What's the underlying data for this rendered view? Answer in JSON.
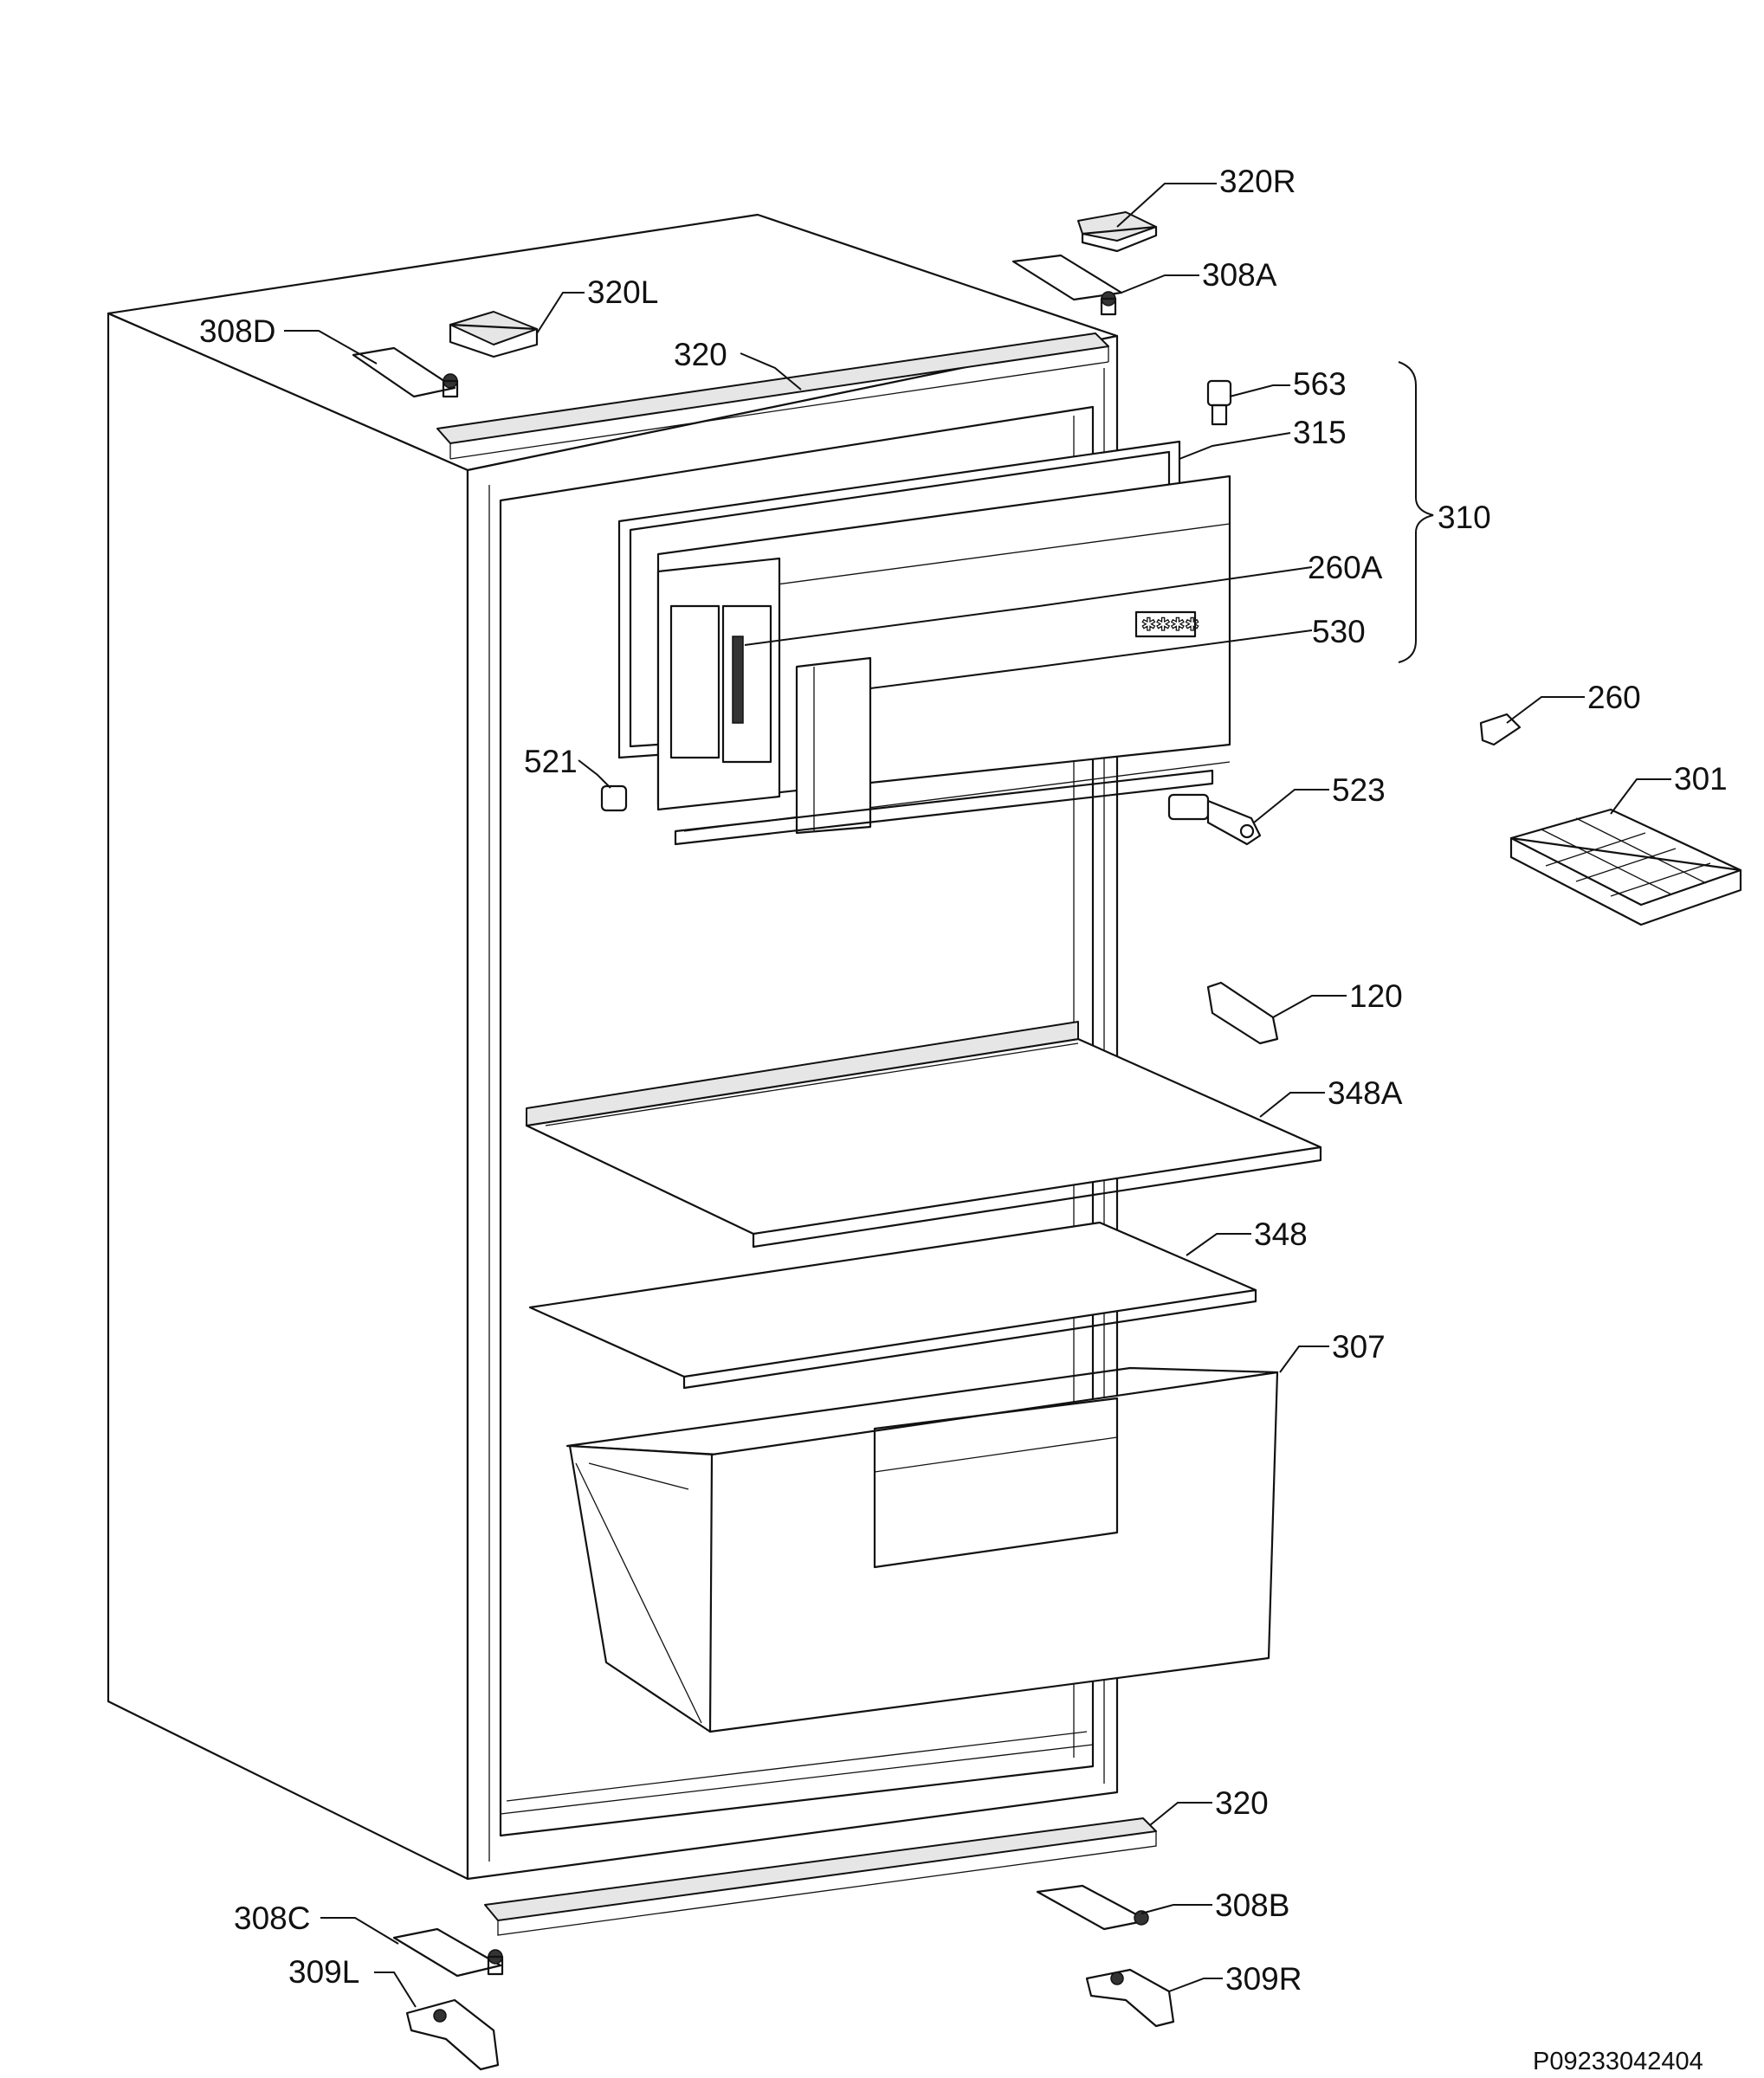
{
  "callouts": {
    "c320R": "320R",
    "c308A": "308A",
    "c320L": "320L",
    "c308D": "308D",
    "c320top": "320",
    "c563": "563",
    "c315": "315",
    "c310": "310",
    "c260A": "260A",
    "c530": "530",
    "c260": "260",
    "c521": "521",
    "c523": "523",
    "c301": "301",
    "c120": "120",
    "c348A": "348A",
    "c348": "348",
    "c307": "307",
    "c320bottom": "320",
    "c308B": "308B",
    "c308C": "308C",
    "c309L": "309L",
    "c309R": "309R"
  },
  "reference_code": "P09233042404"
}
